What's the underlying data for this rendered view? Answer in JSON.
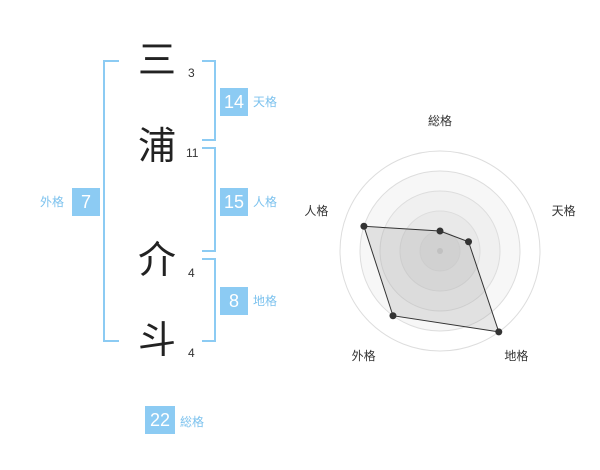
{
  "name_chars": [
    {
      "char": "三",
      "strokes": "3"
    },
    {
      "char": "浦",
      "strokes": "11"
    },
    {
      "char": "介",
      "strokes": "4"
    },
    {
      "char": "斗",
      "strokes": "4"
    }
  ],
  "fortunes": {
    "tenkaku": {
      "label": "天格",
      "value": "14"
    },
    "jinkaku": {
      "label": "人格",
      "value": "15"
    },
    "chikaku": {
      "label": "地格",
      "value": "8"
    },
    "gaikaku": {
      "label": "外格",
      "value": "7"
    },
    "soukaku": {
      "label": "総格",
      "value": "22"
    }
  },
  "chart_data": {
    "type": "radar",
    "axes": [
      "総格",
      "天格",
      "地格",
      "外格",
      "人格"
    ],
    "values": [
      1,
      1.5,
      5,
      4,
      4
    ],
    "max": 5
  }
}
